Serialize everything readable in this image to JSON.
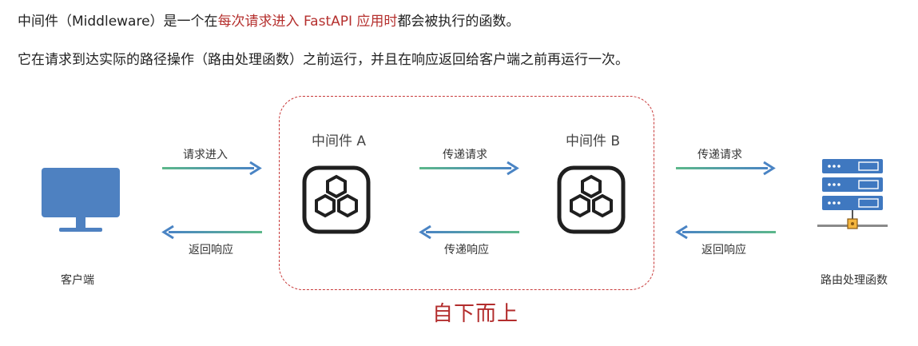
{
  "intro": {
    "line1_pre": "中间件（Middleware）是一个在",
    "line1_highlight": "每次请求进入 FastAPI 应用时",
    "line1_post": "都会被执行的函数。",
    "line2": "它在请求到达实际的路径操作（路由处理函数）之前运行，并且在响应返回给客户端之前再运行一次。"
  },
  "diagram": {
    "client_label": "客户端",
    "handler_label": "路由处理函数",
    "middleware_a": "中间件 A",
    "middleware_b": "中间件 B",
    "arrow_in_1": "请求进入",
    "arrow_in_2": "传递请求",
    "arrow_in_3": "传递请求",
    "arrow_out_1": "返回响应",
    "arrow_out_2": "传递响应",
    "arrow_out_3": "返回响应",
    "order_note": "自下而上"
  },
  "colors": {
    "highlight": "#b5302e",
    "arrow_green": "#5cb88a",
    "arrow_blue": "#4a84c4",
    "monitor": "#4e81c1",
    "server": "#3f78c0",
    "box_border": "#c83a3a"
  },
  "icons": {
    "client": "monitor-icon",
    "middleware": "hexagon-cluster-icon",
    "handler": "server-rack-icon"
  }
}
